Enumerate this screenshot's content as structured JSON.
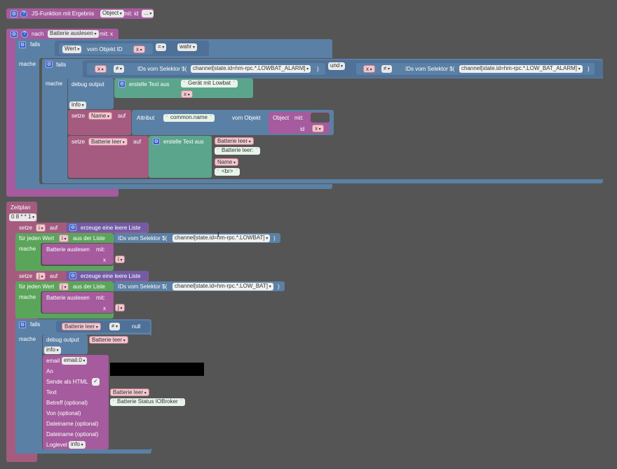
{
  "func_def": {
    "label": "JS-Funktion mit Ergebnis",
    "type": "Object",
    "with": "mit: id",
    "dots": "..."
  },
  "proc": {
    "label": "nach",
    "name": "Batterie auslesen",
    "params": "mit: x",
    "if_label": "falls",
    "do_label": "mache",
    "cond1": {
      "value": "Wert",
      "of": "vom Objekt ID",
      "var": "x",
      "op": "=",
      "bool": "wahr"
    },
    "inner": {
      "if_label": "falls",
      "do_label": "mache",
      "left": {
        "var": "x",
        "op": "≠",
        "ids_label": "IDs vom Selektor $(",
        "selector": "channel[state.id=hm-rpc.*.LOWBAT_ALARM]",
        "close": ")"
      },
      "and_label": "und",
      "right": {
        "var": "x",
        "op": "≠",
        "ids_label": "IDs vom Selektor $(",
        "selector": "channel[state.id=hm-rpc.*.LOW_BAT_ALARM]",
        "close": ")"
      },
      "debug": {
        "label": "debug output",
        "create": "erstelle Text aus",
        "str": "Gerät mit Lowbat",
        "var": "x",
        "level": "info"
      },
      "set1": {
        "label": "setze",
        "var": "Name",
        "on": "auf",
        "attr": "Attribut",
        "attr_str": "common.name",
        "from": "vom Objekt",
        "obj": "Object",
        "mit": "mit:",
        "id": "id",
        "idvar": "x"
      },
      "set2": {
        "label": "setze",
        "var": "Batterie leer",
        "on": "auf",
        "create": "erstelle Text aus",
        "items": [
          "Batterie leer",
          "Batterie leer:",
          "Name",
          "<br>"
        ]
      }
    }
  },
  "schedule": {
    "label": "Zeitplan",
    "cron": "0 8 * * 1",
    "set_i": {
      "label": "setze",
      "var": "i",
      "on": "auf",
      "create": "erzeuge eine leere Liste"
    },
    "loop1": {
      "label": "für jeden Wert",
      "var": "i",
      "from": "aus der Liste",
      "ids_label": "IDs vom Selektor $(",
      "selector": "channel[state.id=hm-rpc.*.LOWBAT]",
      "close": ")",
      "do": "mache",
      "call": "Batterie auslesen",
      "mit": "mit:",
      "x": "x",
      "xvar": "i"
    },
    "set_j": {
      "label": "setze",
      "var": "j",
      "on": "auf",
      "create": "erzeuge eine leere Liste"
    },
    "loop2": {
      "label": "für jeden Wert",
      "var": "j",
      "from": "aus der Liste",
      "ids_label": "IDs vom Selektor $(",
      "selector": "channel[state.id=hm-rpc.*.LOW_BAT]",
      "close": ")",
      "do": "mache",
      "call": "Batterie auslesen",
      "mit": "mit:",
      "x": "x",
      "xvar": "j"
    },
    "if_block": {
      "if_label": "falls",
      "var": "Batterie leer",
      "op": "≠",
      "null": "null",
      "do": "mache",
      "debug": {
        "label": "debug output",
        "var": "Batterie leer",
        "level": "info"
      },
      "email": {
        "label": "email",
        "instance": "email.0",
        "to": "An",
        "html": "Sende als HTML",
        "check": "✓",
        "text": "Text",
        "text_var": "Batterie leer",
        "subject": "Betreff (optional)",
        "subject_str": "Batterie Status IOBroker",
        "from": "Von (optional)",
        "file1": "Dateiname (optional)",
        "file2": "Dateiname (optional)",
        "loglevel": "Loglevel",
        "loglevel_val": "info"
      }
    }
  }
}
